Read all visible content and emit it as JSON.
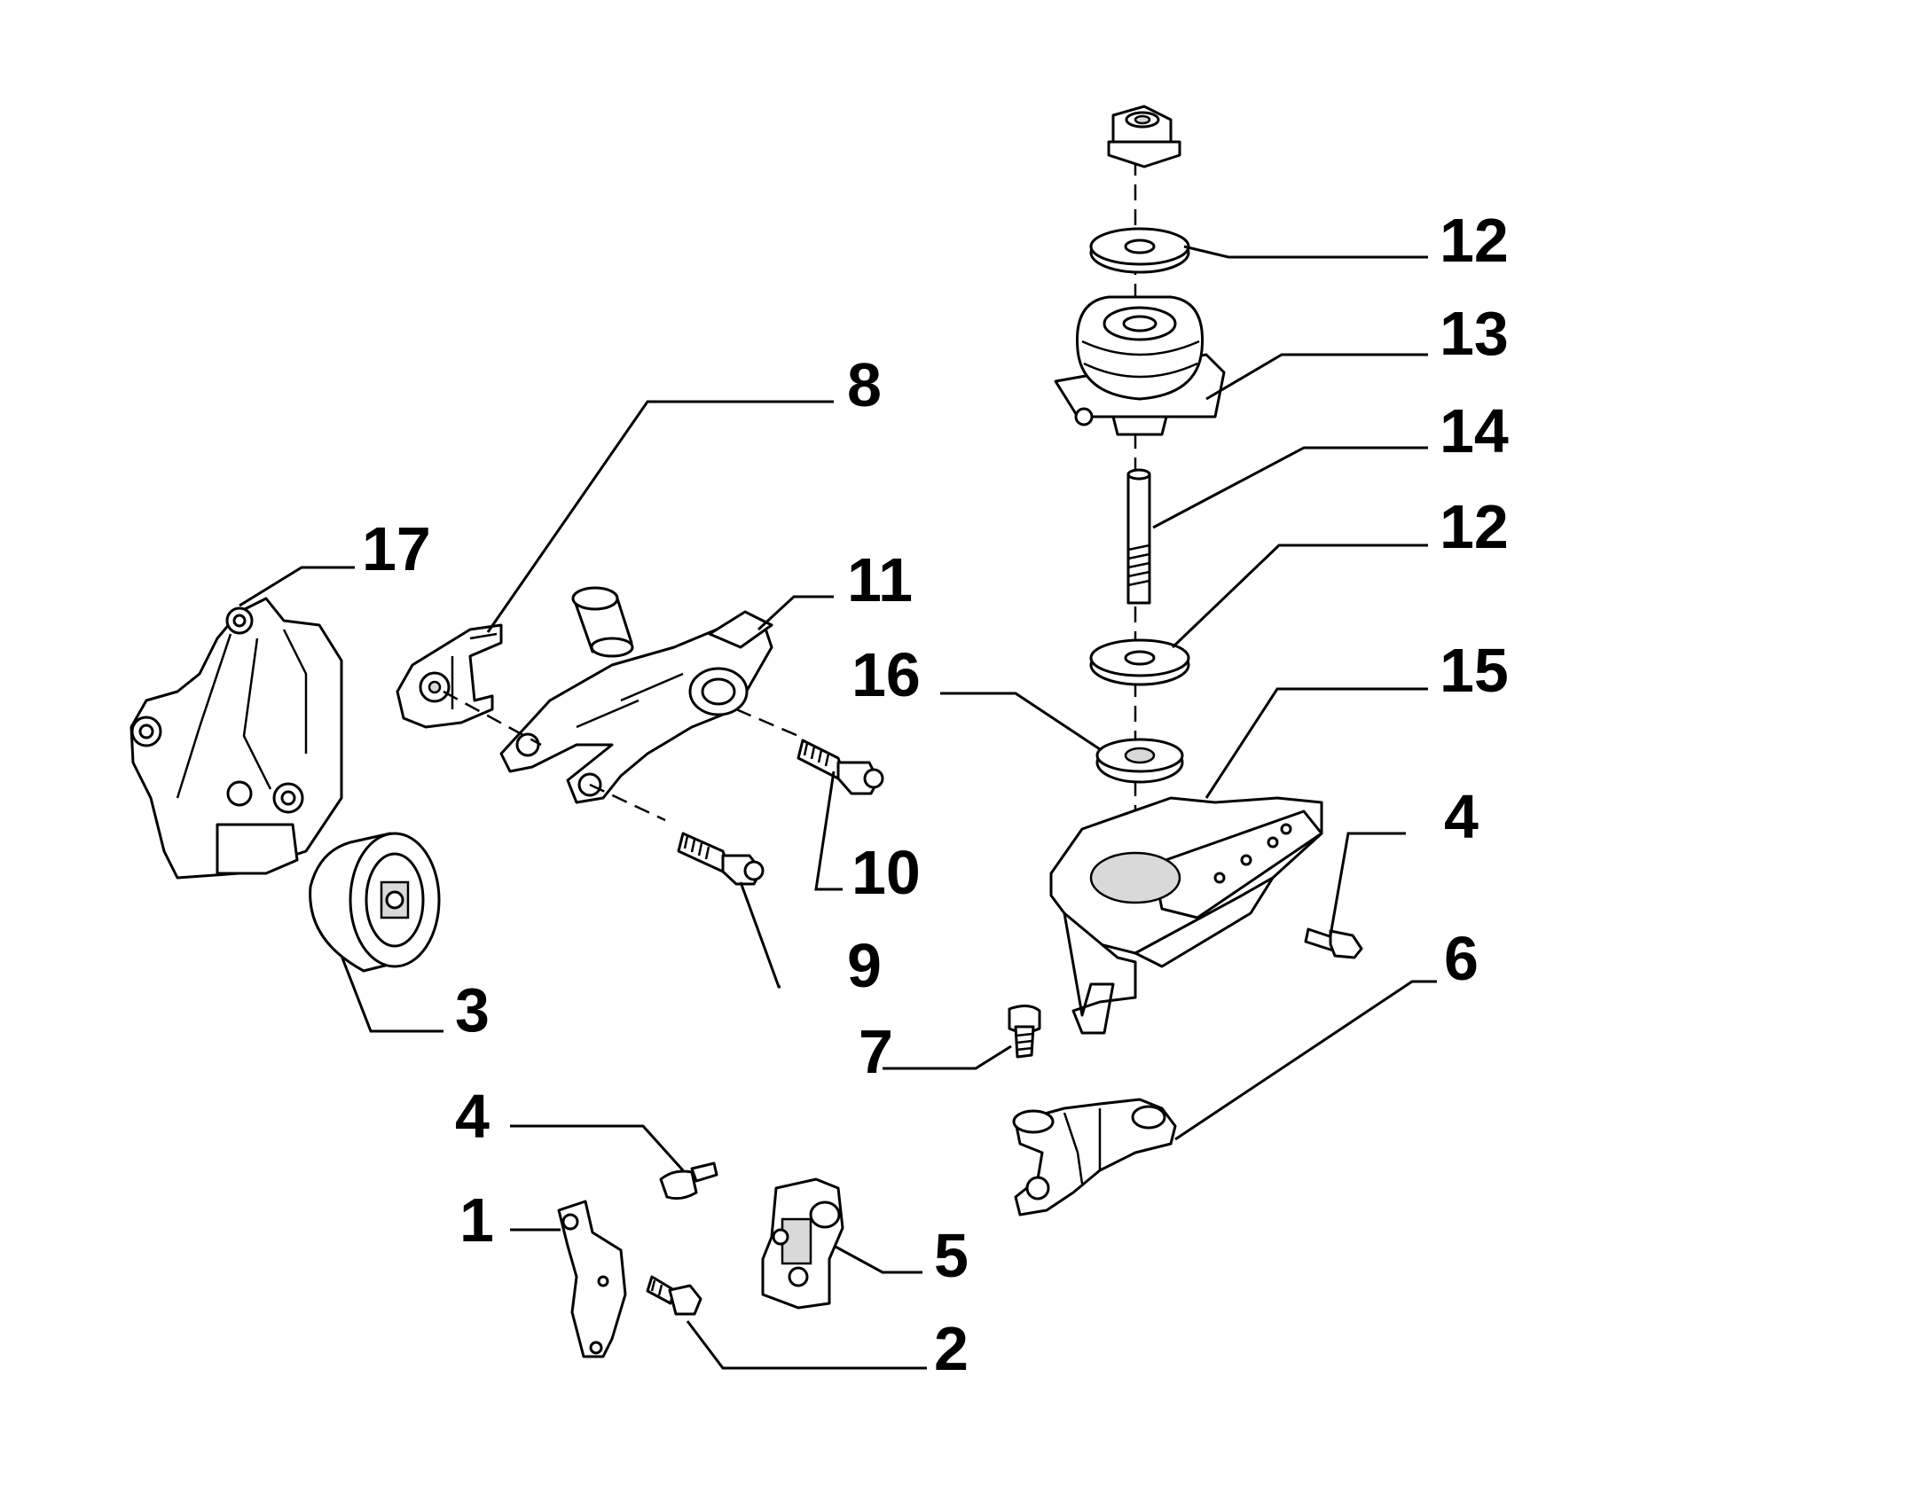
{
  "diagram": {
    "colors": {
      "line": "#000000",
      "background": "#ffffff",
      "shade": "#d9d9d9"
    },
    "callouts": [
      {
        "id": "c1",
        "text": "1"
      },
      {
        "id": "c2",
        "text": "2"
      },
      {
        "id": "c3",
        "text": "3"
      },
      {
        "id": "c4a",
        "text": "4"
      },
      {
        "id": "c4b",
        "text": "4"
      },
      {
        "id": "c5",
        "text": "5"
      },
      {
        "id": "c6",
        "text": "6"
      },
      {
        "id": "c7",
        "text": "7"
      },
      {
        "id": "c8",
        "text": "8"
      },
      {
        "id": "c9",
        "text": "9"
      },
      {
        "id": "c10",
        "text": "10"
      },
      {
        "id": "c11",
        "text": "11"
      },
      {
        "id": "c12a",
        "text": "12"
      },
      {
        "id": "c12b",
        "text": "12"
      },
      {
        "id": "c13",
        "text": "13"
      },
      {
        "id": "c14",
        "text": "14"
      },
      {
        "id": "c15",
        "text": "15"
      },
      {
        "id": "c16",
        "text": "16"
      },
      {
        "id": "c17",
        "text": "17"
      }
    ]
  }
}
